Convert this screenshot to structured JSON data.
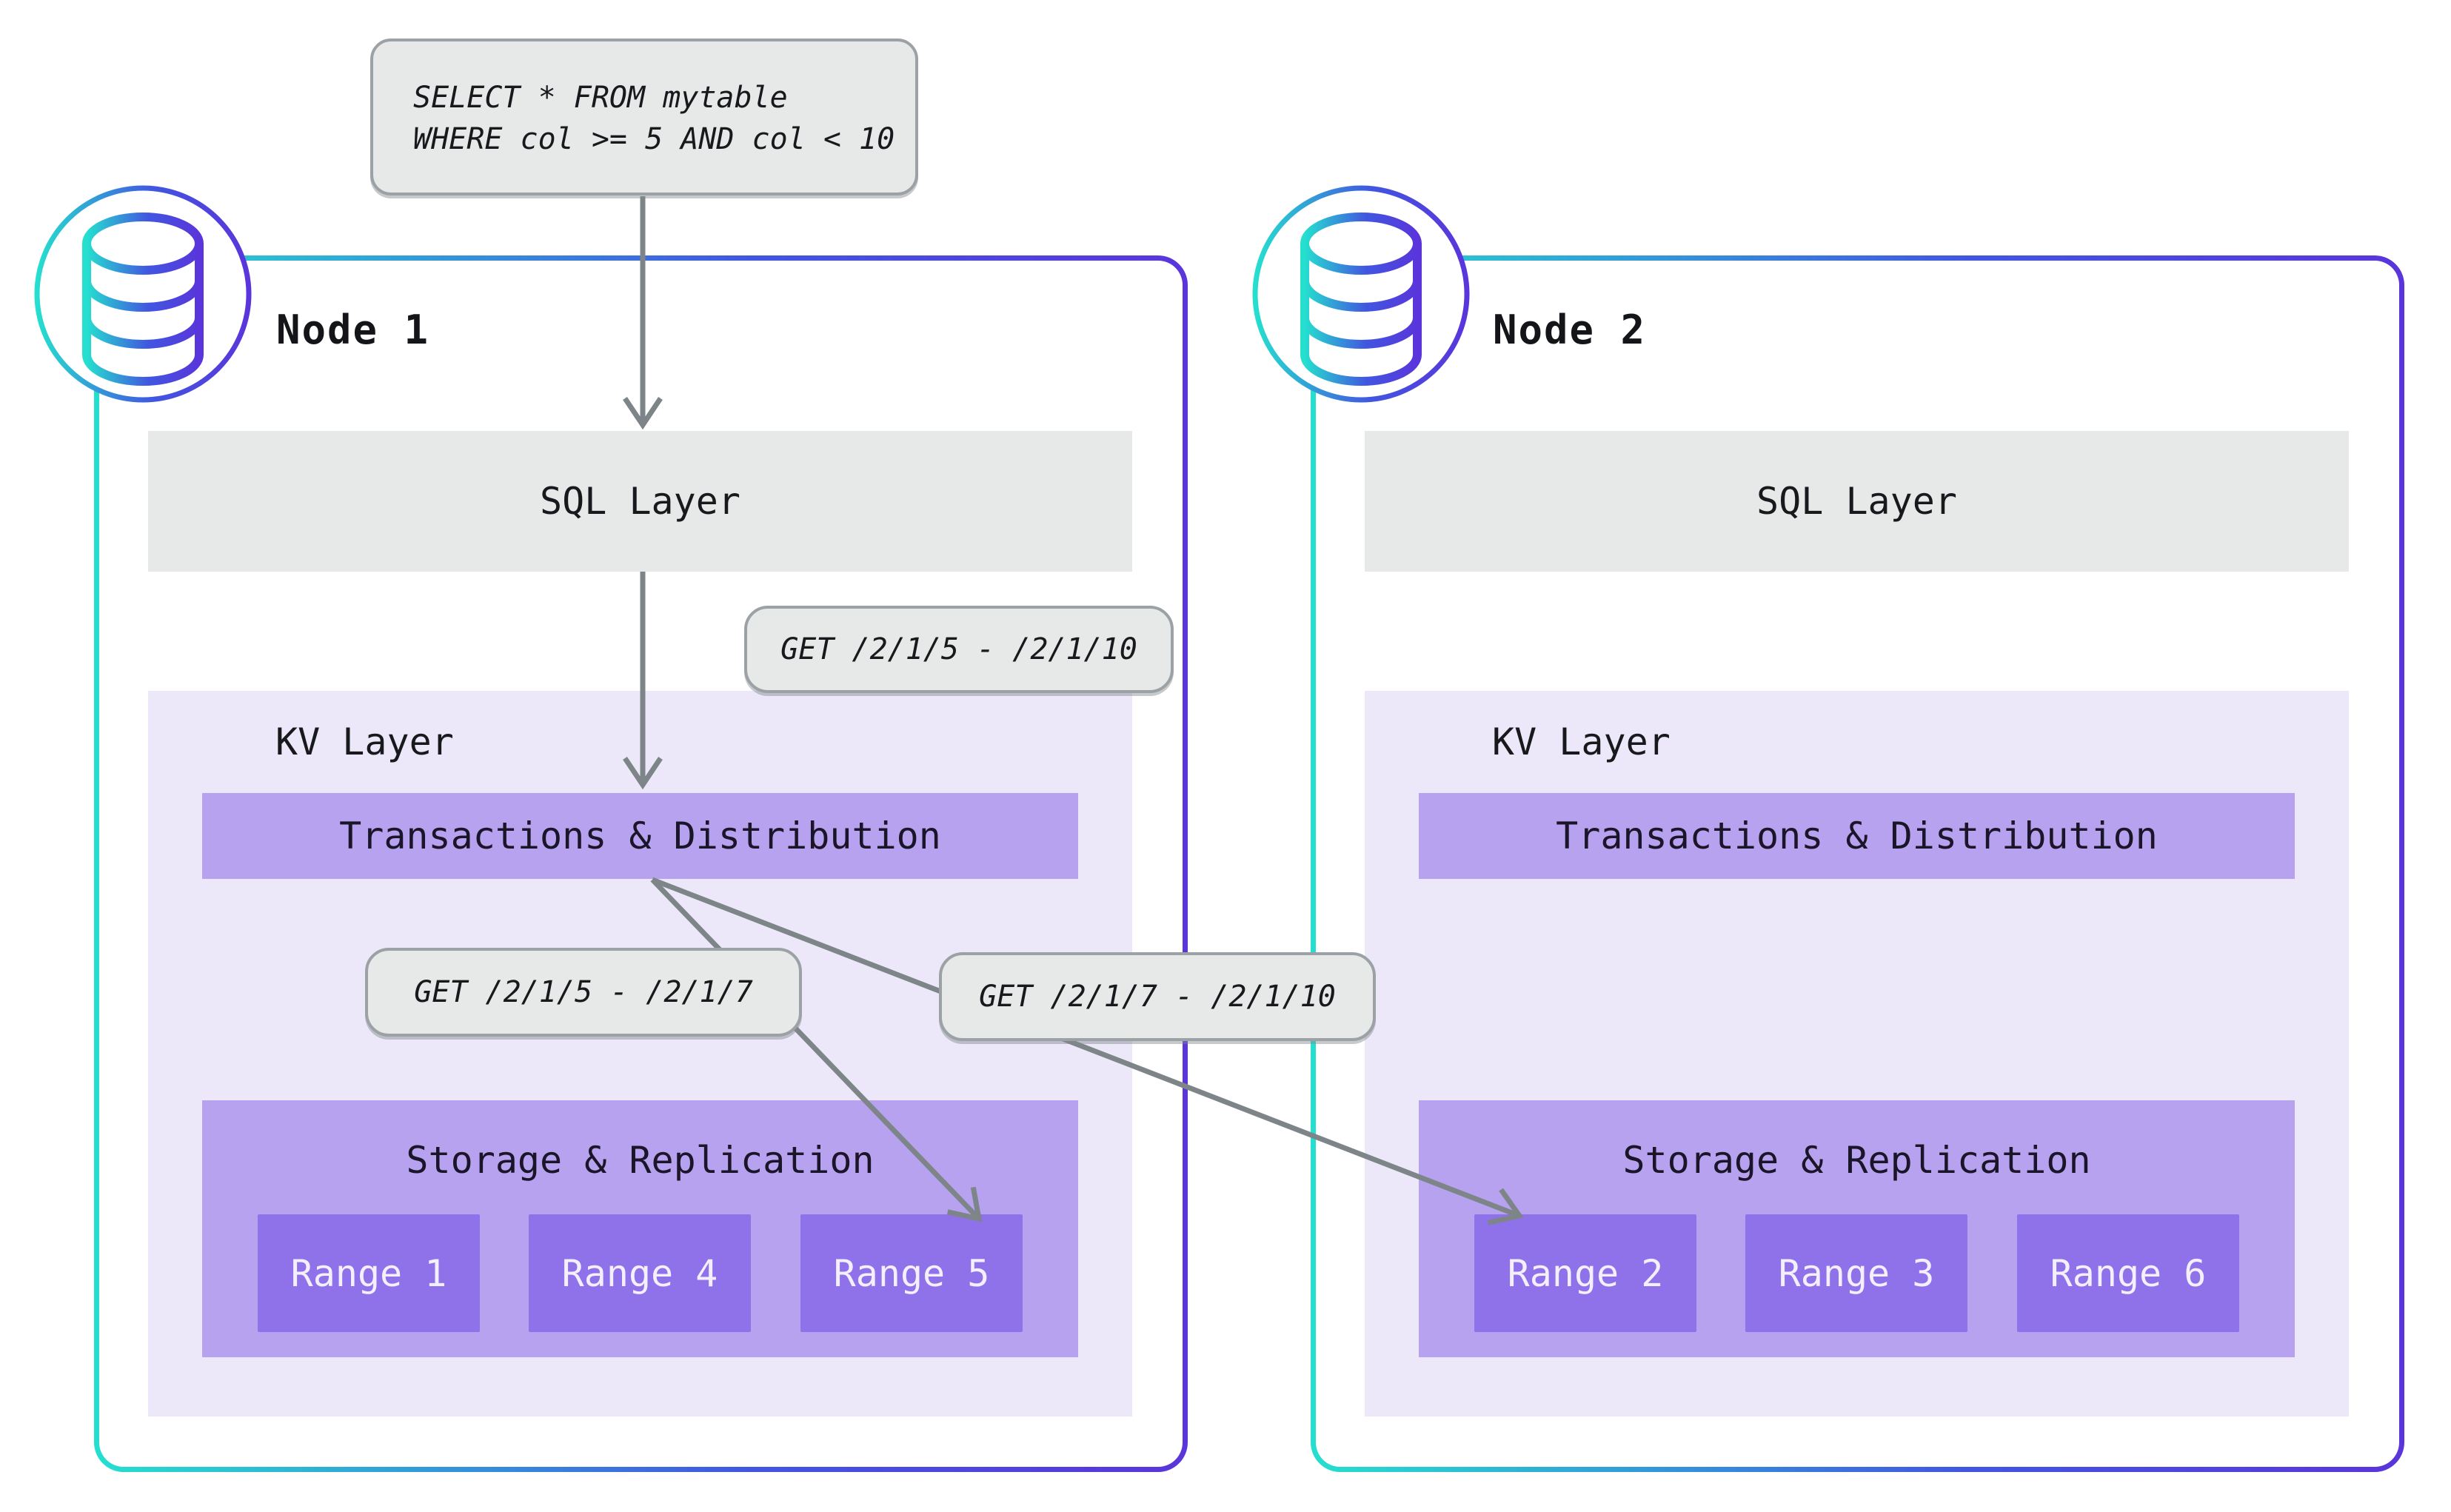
{
  "query_box": {
    "line1": "SELECT * FROM mytable",
    "line2": "WHERE col >= 5 AND col < 10"
  },
  "pills": {
    "top": "GET /2/1/5 - /2/1/10",
    "left": "GET /2/1/5 - /2/1/7",
    "right": "GET /2/1/7 - /2/1/10"
  },
  "nodes": [
    {
      "title": "Node 1",
      "sql_label": "SQL Layer",
      "kv_label": "KV Layer",
      "transactions_label": "Transactions & Distribution",
      "storage_label": "Storage & Replication",
      "ranges": [
        "Range 1",
        "Range 4",
        "Range 5"
      ]
    },
    {
      "title": "Node 2",
      "sql_label": "SQL Layer",
      "kv_label": "KV Layer",
      "transactions_label": "Transactions & Distribution",
      "storage_label": "Storage & Replication",
      "ranges": [
        "Range 2",
        "Range 3",
        "Range 6"
      ]
    }
  ],
  "icons": {
    "node1": "database-icon",
    "node2": "database-icon"
  },
  "colors": {
    "node_border_teal": "#25dfcf",
    "node_border_purple": "#5a35db",
    "layer_gray": "#e7e8e8",
    "pill_border": "#9ba1a5",
    "kv_lavender": "#ece8f9",
    "bar_purple": "#b7a2ef",
    "range_purple": "#8f72ea",
    "arrow_gray": "#7e8589",
    "text_dark": "#17191c",
    "range_text": "#f4effc"
  }
}
